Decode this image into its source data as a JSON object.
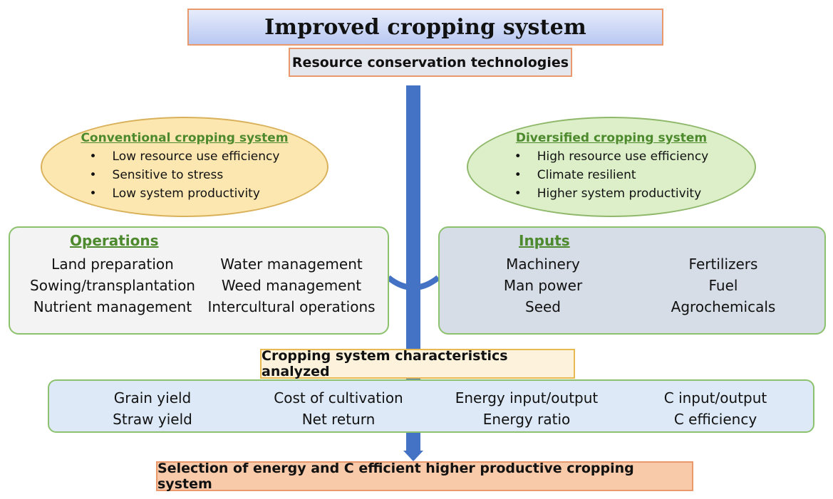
{
  "title": "Improved cropping system",
  "subtitle": "Resource conservation technologies",
  "conventional": {
    "title": "Conventional cropping system",
    "items": [
      "Low resource use efficiency",
      "Sensitive to stress",
      "Low system productivity"
    ]
  },
  "diversified": {
    "title": "Diversified cropping system",
    "items": [
      "High resource use efficiency",
      "Climate resilient",
      "Higher system productivity"
    ]
  },
  "operations": {
    "title": "Operations",
    "col1": [
      "Land preparation",
      "Sowing/transplantation",
      "Nutrient management"
    ],
    "col2": [
      "Water management",
      "Weed management",
      "Intercultural operations"
    ]
  },
  "inputs": {
    "title": "Inputs",
    "col1": [
      "Machinery",
      "Man power",
      "Seed"
    ],
    "col2": [
      "Fertilizers",
      "Fuel",
      "Agrochemicals"
    ]
  },
  "characteristics": {
    "title": "Cropping system characteristics analyzed",
    "columns": [
      [
        "Grain yield",
        "Straw yield"
      ],
      [
        "Cost of cultivation",
        "Net return"
      ],
      [
        "Energy input/output",
        "Energy ratio"
      ],
      [
        "C input/output",
        "C efficiency"
      ]
    ]
  },
  "final": "Selection of energy and C efficient higher productive cropping system",
  "colors": {
    "arrow": "#4472c4",
    "heading_green": "#4d8a2d",
    "border_orange": "#e9996b",
    "border_green": "#8cc26e"
  }
}
